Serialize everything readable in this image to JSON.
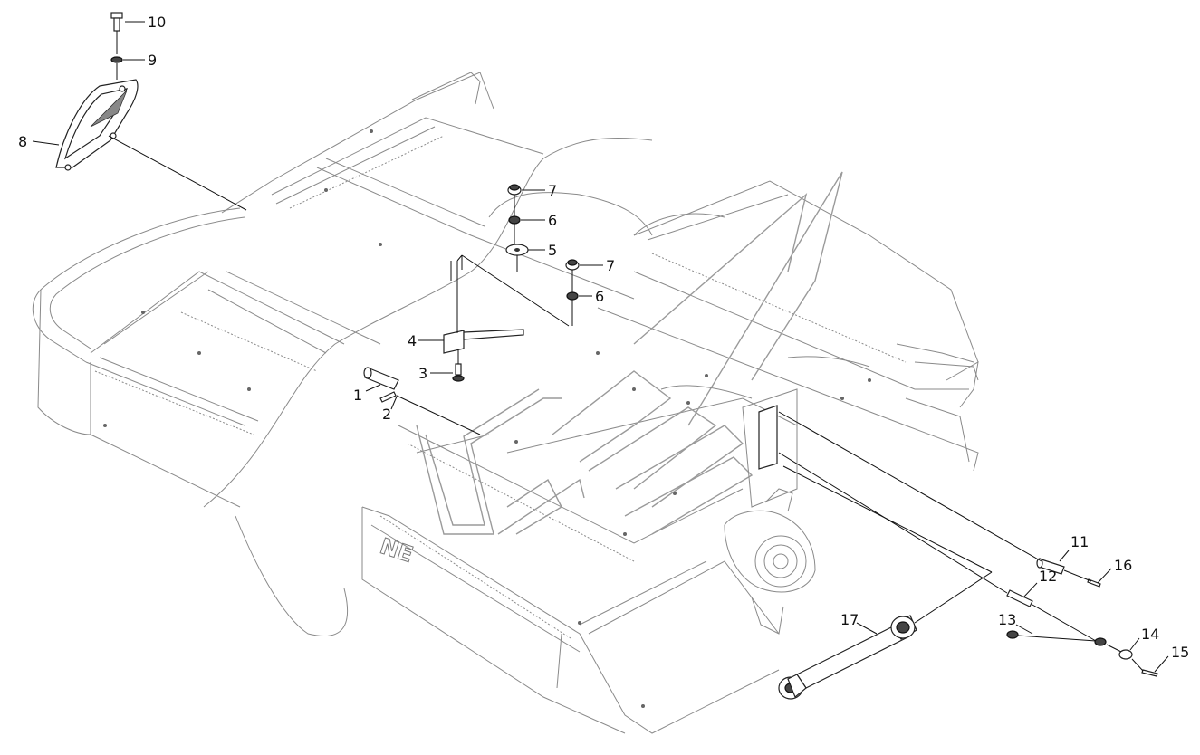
{
  "diagram": {
    "callouts": [
      {
        "id": "c10",
        "label": "10"
      },
      {
        "id": "c9",
        "label": "9"
      },
      {
        "id": "c8",
        "label": "8"
      },
      {
        "id": "c7a",
        "label": "7"
      },
      {
        "id": "c6a",
        "label": "6"
      },
      {
        "id": "c5",
        "label": "5"
      },
      {
        "id": "c7b",
        "label": "7"
      },
      {
        "id": "c6b",
        "label": "6"
      },
      {
        "id": "c4",
        "label": "4"
      },
      {
        "id": "c3",
        "label": "3"
      },
      {
        "id": "c1",
        "label": "1"
      },
      {
        "id": "c2",
        "label": "2"
      },
      {
        "id": "c11",
        "label": "11"
      },
      {
        "id": "c16",
        "label": "16"
      },
      {
        "id": "c12",
        "label": "12"
      },
      {
        "id": "c17",
        "label": "17"
      },
      {
        "id": "c13",
        "label": "13"
      },
      {
        "id": "c14",
        "label": "14"
      },
      {
        "id": "c15",
        "label": "15"
      }
    ],
    "brand_fragment": "NE",
    "colors": {
      "line": "#111111",
      "ghost": "#8a8a8a",
      "background": "#ffffff"
    }
  }
}
